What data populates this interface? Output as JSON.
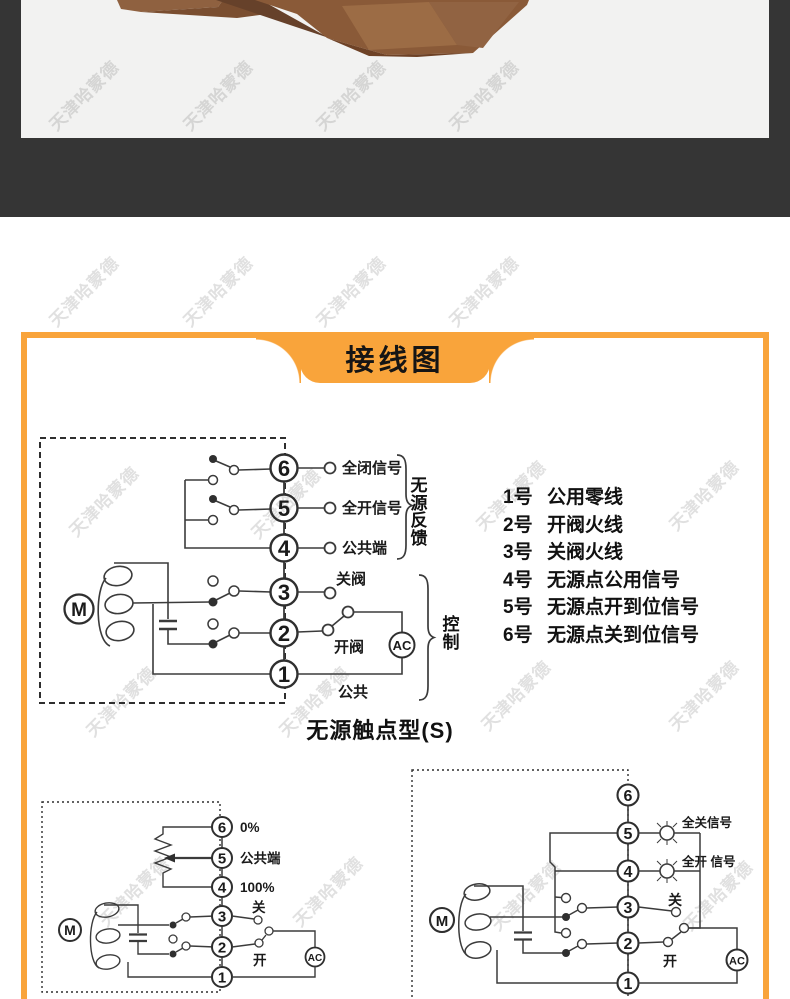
{
  "watermark": "天津哈蒙德",
  "colors": {
    "accent": "#F9A43B",
    "top_band": "#353535",
    "photo_bg": "#F2F2F1"
  },
  "panel": {
    "title": "接线图"
  },
  "legend": {
    "items": [
      {
        "num": "1号",
        "desc": "公用零线"
      },
      {
        "num": "2号",
        "desc": "开阀火线"
      },
      {
        "num": "3号",
        "desc": "关阀火线"
      },
      {
        "num": "4号",
        "desc": "无源点公用信号"
      },
      {
        "num": "5号",
        "desc": "无源点开到位信号"
      },
      {
        "num": "6号",
        "desc": "无源点关到位信号"
      }
    ]
  },
  "diagram_main": {
    "caption": "无源触点型(S)",
    "motor": "M",
    "ac": "AC",
    "terminals": [
      "6",
      "5",
      "4",
      "3",
      "2",
      "1"
    ],
    "labels": {
      "t6": "全闭信号",
      "t5": "全开信号",
      "t4": "公共端",
      "t3": "关阀",
      "t2": "开阀",
      "t1": "公共"
    },
    "brace_right": "无源反馈",
    "brace_control": "控制"
  },
  "diagram_pot": {
    "motor": "M",
    "ac": "AC",
    "terminals": [
      "6",
      "5",
      "4",
      "3",
      "2",
      "1"
    ],
    "labels": {
      "t6": "0%",
      "t5": "公共端",
      "t4": "100%",
      "t3": "关",
      "t2": "开"
    }
  },
  "diagram_lamp": {
    "motor": "M",
    "ac": "AC",
    "terminals": [
      "6",
      "5",
      "4",
      "3",
      "2",
      "1"
    ],
    "labels": {
      "t5": "全关信号",
      "t4": "全开 信号",
      "t3": "关",
      "t2": "开"
    }
  }
}
